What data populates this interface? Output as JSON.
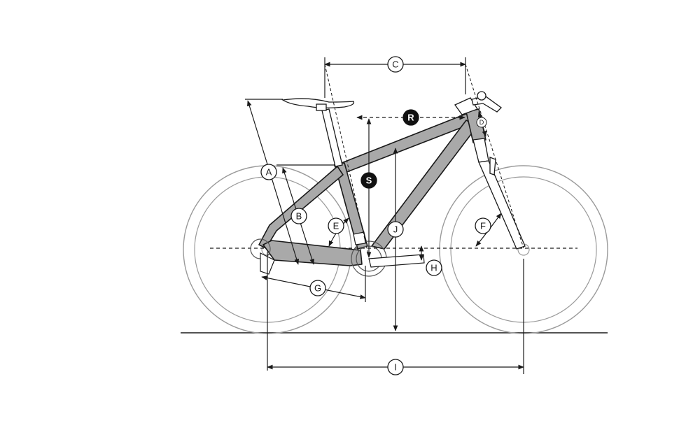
{
  "colors": {
    "background": "#ffffff",
    "line": "#1a1a1a",
    "frame_fill": "#a9a9a9",
    "wheel": "#9a9a9a",
    "component": "#555555",
    "callout_fill": "#ffffff",
    "callout_dark_fill": "#111111",
    "callout_dark_text": "#ffffff"
  },
  "labels": {
    "a": "A",
    "b": "B",
    "c": "C",
    "d": "D",
    "e": "E",
    "f": "F",
    "g": "G",
    "h": "H",
    "i": "I",
    "j": "J",
    "r": "R",
    "s": "S"
  }
}
